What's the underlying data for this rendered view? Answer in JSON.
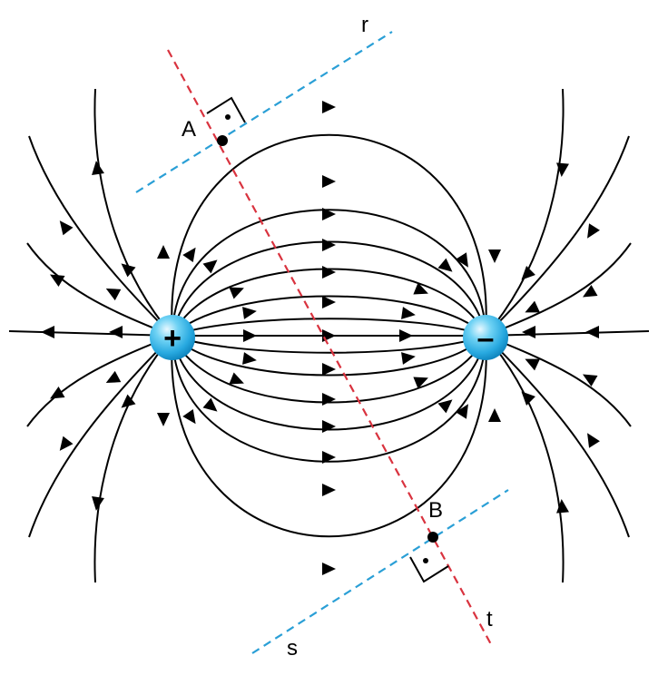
{
  "labels": {
    "point_a": "A",
    "point_b": "B",
    "line_r": "r",
    "line_s": "s",
    "line_t": "t",
    "positive_charge": "+",
    "negative_charge": "–"
  },
  "colors": {
    "field_line": "#000000",
    "normal_line": "#d9333f",
    "tangent_line": "#2a9fd6",
    "charge_light": "#e8f8ff",
    "charge_mid": "#46c1ee",
    "charge_dark": "#0f86bf"
  }
}
